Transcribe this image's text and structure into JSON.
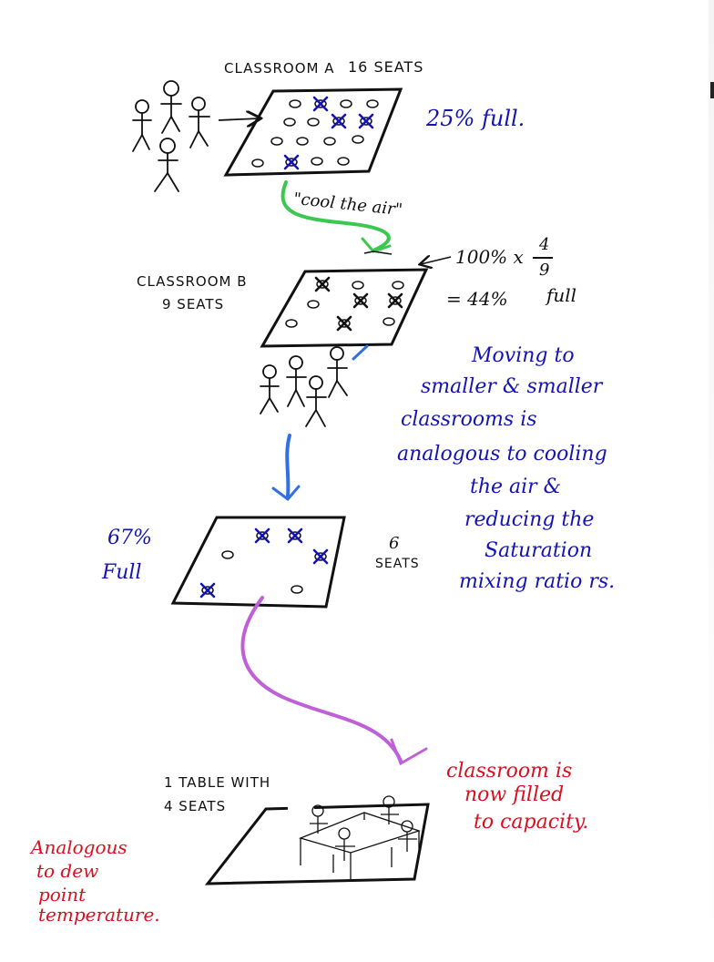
{
  "classroom_a": {
    "title": "CLASSROOM A",
    "seats": "16 SEATS",
    "fill": "25% full."
  },
  "cool_label": "\"cool the air\"",
  "classroom_b": {
    "title": "CLASSROOM B",
    "seats": "9 SEATS",
    "calc_line1": "100% x",
    "frac_num": "4",
    "frac_den": "9",
    "calc_line2": "= 44%",
    "calc_full": "full"
  },
  "explanation": [
    "Moving to",
    "smaller & smaller",
    "classrooms is",
    "analogous to cooling",
    "the air &",
    "reducing the",
    "Saturation",
    "mixing ratio rs."
  ],
  "classroom_c": {
    "fill": "67%",
    "fill_word": "Full",
    "seats_num": "6",
    "seats_word": "SEATS"
  },
  "table": {
    "line1": "1 TABLE WITH",
    "line2": "4 SEATS"
  },
  "capacity_note": [
    "classroom is",
    "now filled",
    "to capacity."
  ],
  "dew_note": [
    "Analogous",
    "to dew",
    "point",
    "temperature."
  ],
  "colors": {
    "ink": "#111111",
    "blue": "#1414b4",
    "red": "#d81020",
    "green": "#3cc850",
    "purple": "#c060d8",
    "arrow_blue": "#3070e0"
  }
}
